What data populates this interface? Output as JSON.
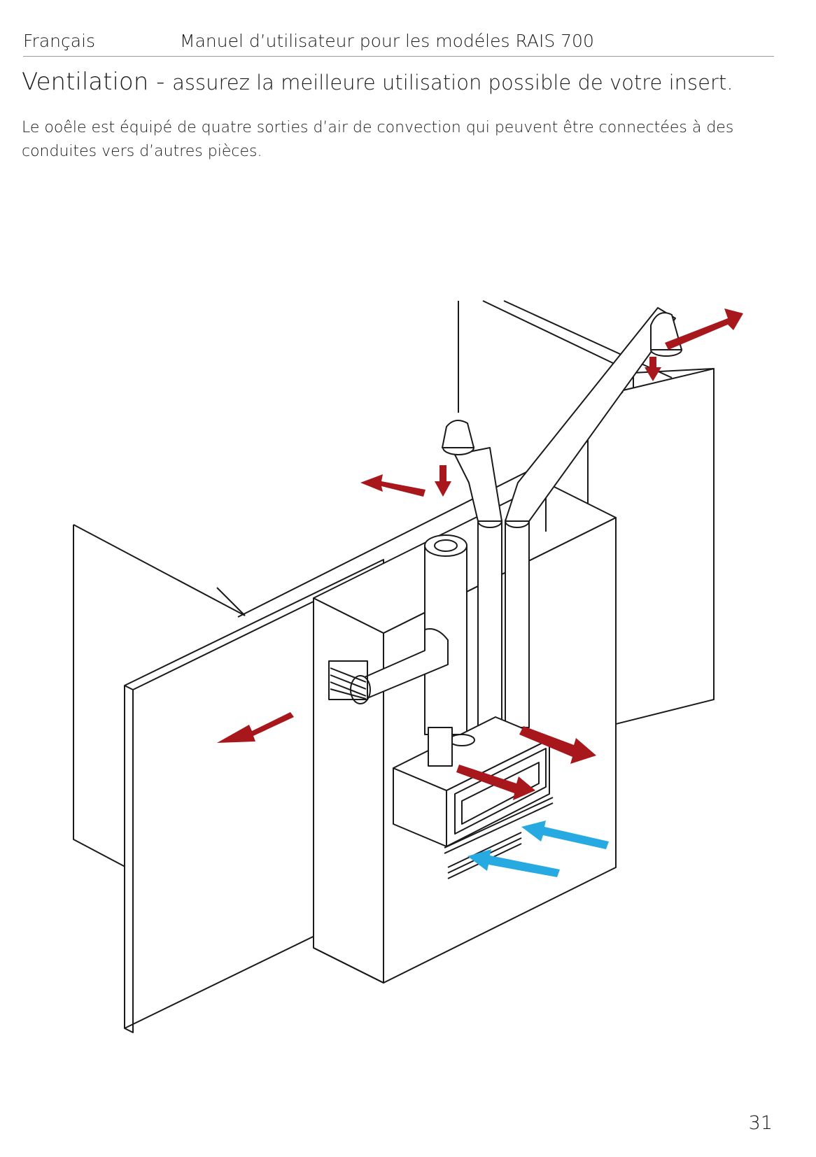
{
  "header": {
    "language": "Français",
    "manual_title": "Manuel d’utilisateur pour les modéles RAIS 700"
  },
  "section": {
    "heading_main": "Ventilation - ",
    "heading_rest": "assurez la meilleure utilisation possible de votre insert.",
    "intro": "Le ooêle est équipé de quatre sorties d’air de convection qui peuvent être connectées à des conduites vers d’autres pièces."
  },
  "figure": {
    "hot_air_color": "#a8171b",
    "cold_air_color": "#27a9e1",
    "line_color": "#1a1a1a"
  },
  "footer": {
    "page_number": "31"
  }
}
